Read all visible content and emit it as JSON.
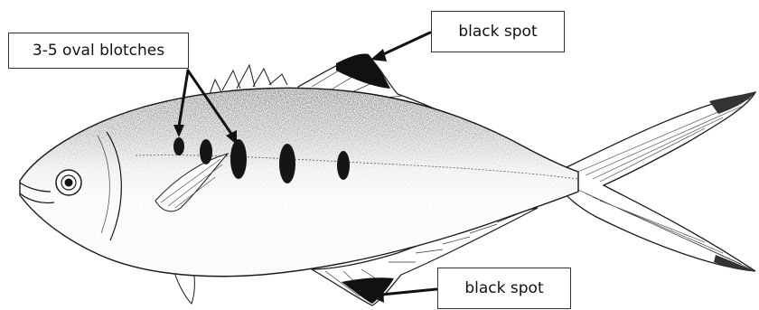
{
  "labels": {
    "blotches": "3-5 oval blotches",
    "spot_top": "black spot",
    "spot_bottom": "black spot"
  },
  "colors": {
    "ink": "#1a1a1a",
    "paper": "#ffffff",
    "body_shade": "#b9b9b9"
  }
}
